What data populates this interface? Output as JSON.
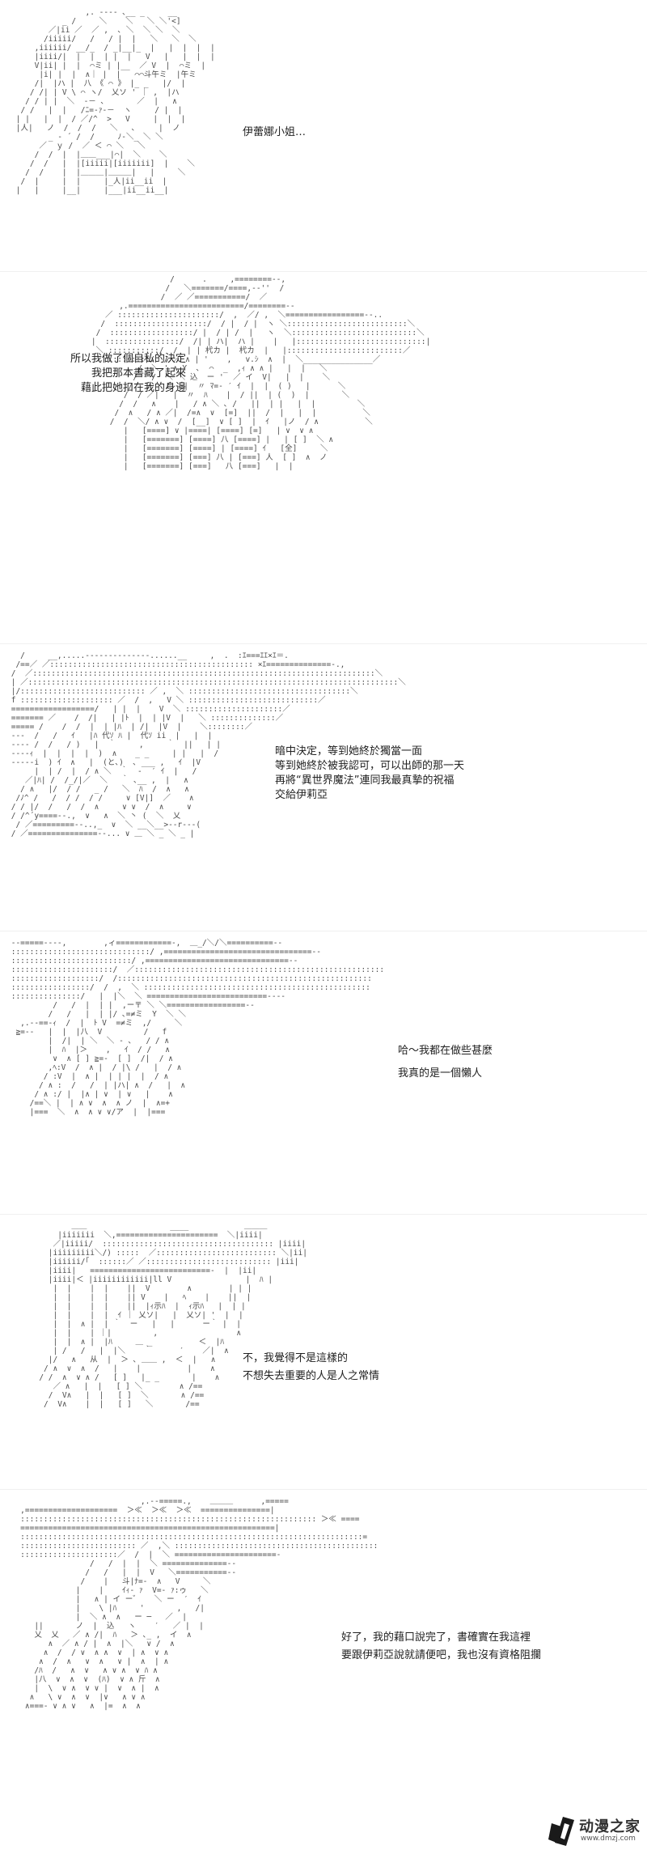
{
  "panels": [
    {
      "captions": [
        "伊蕾娜小姐…"
      ]
    },
    {
      "captions": [
        "所以我做了個自私的決定",
        "我把那本書藏了起來",
        "藉此把她扣在我的身邊"
      ]
    },
    {
      "captions": [
        "暗中決定，等到她終於獨當一面",
        "等到她終於被我認可，可以出師的那一天",
        "再將“異世界魔法”連同我最真摯的祝福",
        "交給伊莉亞"
      ]
    },
    {
      "captions": [
        "哈～我都在做些甚麼",
        "我真的是一個懶人"
      ]
    },
    {
      "captions": [
        "不，我覺得不是這樣的",
        "不想失去重要的人是人之常情"
      ]
    },
    {
      "captions": [
        "好了，我的藉口說完了，書確實在我這裡",
        "要跟伊莉亞說就請便吧，我也沒有資格阻攔"
      ]
    }
  ],
  "watermark": {
    "name": "动漫之家",
    "url": "www.dmzj.com",
    "icon": "dmzj-logo-icon"
  },
  "colors": {
    "background": "#ffffff",
    "art": "#4a4a4a",
    "text": "#222222"
  }
}
